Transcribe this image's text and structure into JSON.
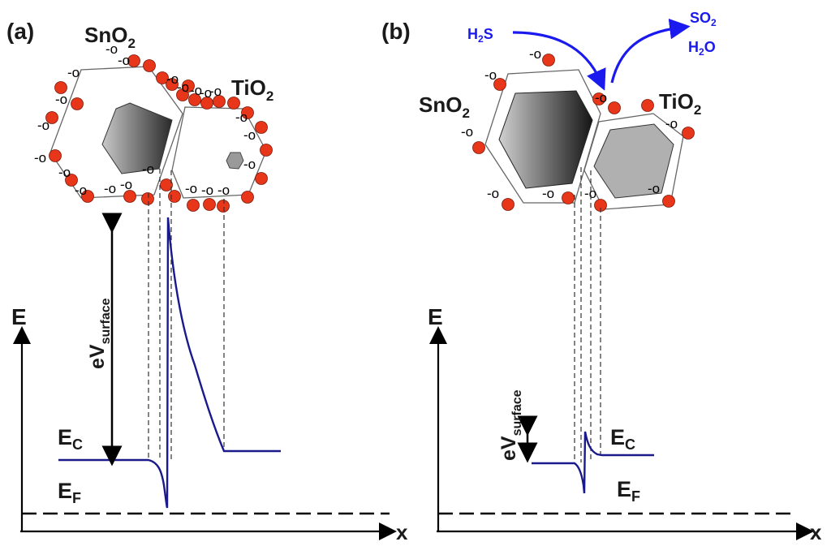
{
  "panels": [
    {
      "label": "(a)",
      "grain_left": "SnO",
      "grain_left_sub": "2",
      "grain_right": "TiO",
      "grain_right_sub": "2",
      "axis_y": "E",
      "axis_x": "x",
      "barrier_label": "eV",
      "barrier_sub": "surface",
      "ec_label": "E",
      "ec_sub": "C",
      "ef_label": "E",
      "ef_sub": "F"
    },
    {
      "label": "(b)",
      "gas_in": "H",
      "gas_in_sub": "2",
      "gas_in_tail": "S",
      "gas_out1": "SO",
      "gas_out1_sub": "2",
      "gas_out2": "H",
      "gas_out2_sub": "2",
      "gas_out2_tail": "O",
      "grain_left": "SnO",
      "grain_left_sub": "2",
      "grain_right": "TiO",
      "grain_right_sub": "2",
      "axis_y": "E",
      "axis_x": "x",
      "barrier_label": "eV",
      "barrier_sub": "surface",
      "ec_label": "E",
      "ec_sub": "C",
      "ef_label": "E",
      "ef_sub": "F"
    }
  ],
  "adsorbed_ion_text": "-o",
  "colors": {
    "band": "#1a1a8c",
    "oxygen": "#e8361a",
    "gas_arrow": "#1a1aee",
    "outline": "#666666"
  }
}
